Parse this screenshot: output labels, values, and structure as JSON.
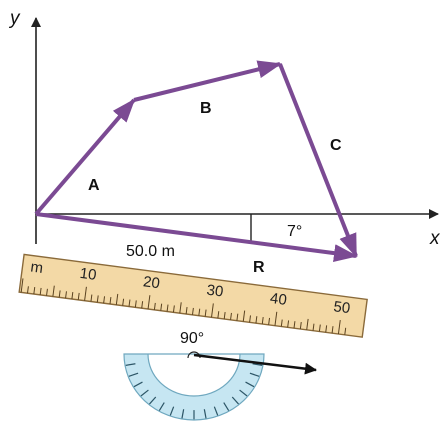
{
  "axes": {
    "x_label": "x",
    "y_label": "y"
  },
  "vectors": {
    "a": {
      "label": "A"
    },
    "b": {
      "label": "B"
    },
    "c": {
      "label": "C"
    },
    "r": {
      "label": "R"
    }
  },
  "measurements": {
    "magnitude": "50.0 m",
    "angle": "7°",
    "protractor_angle": "90°"
  },
  "ruler": {
    "unit": "m",
    "marks": [
      "10",
      "20",
      "30",
      "40",
      "50"
    ]
  },
  "colors": {
    "vector": "#7b4a93",
    "axis": "#222222",
    "ruler_fill": "#f3d9a6",
    "ruler_edge": "#8a6a3a",
    "protractor_fill": "#c6e6f2",
    "protractor_edge": "#6fa8bf"
  }
}
